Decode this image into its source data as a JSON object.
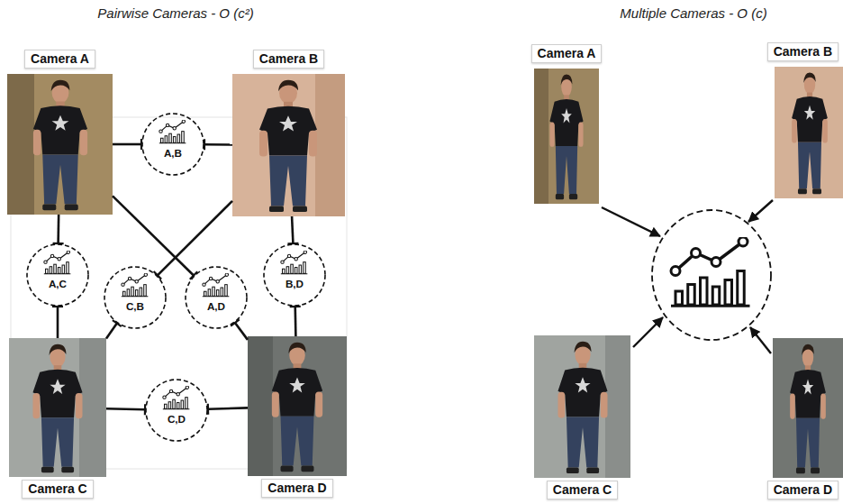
{
  "diagram": {
    "nodes": [
      {
        "text": [
          "Camera A"
        ]
      },
      {
        "text": [
          "Camera B"
        ]
      },
      {
        "text": [
          "A,B"
        ]
      },
      {
        "text": [
          "A,C"
        ]
      },
      {
        "text": [
          "C,B"
        ]
      },
      {
        "text": [
          "A,D"
        ]
      },
      {
        "text": [
          "B,D"
        ]
      },
      {
        "text": [
          "Camera C"
        ]
      },
      {
        "text": [
          "C,D"
        ]
      },
      {
        "text": [
          "Camera D"
        ]
      },
      {
        "text": [
          "Camera A"
        ]
      },
      {
        "text": [
          "Camera B"
        ]
      },
      {
        "text": [
          "Camera C"
        ]
      },
      {
        "text": [
          "Camera D"
        ]
      }
    ],
    "edges": [
      {
        "from": 0,
        "to": 2,
        "arrow": "none"
      },
      {
        "from": 2,
        "to": 1,
        "arrow": "none"
      },
      {
        "from": 0,
        "to": 3,
        "arrow": "none"
      },
      {
        "from": 3,
        "to": 7,
        "arrow": "none"
      },
      {
        "from": 1,
        "to": 4,
        "arrow": "none"
      },
      {
        "from": 4,
        "to": 7,
        "arrow": "none"
      },
      {
        "from": 0,
        "to": 5,
        "arrow": "none"
      },
      {
        "from": 5,
        "to": 9,
        "arrow": "none"
      },
      {
        "from": 1,
        "to": 6,
        "arrow": "none"
      },
      {
        "from": 6,
        "to": 9,
        "arrow": "none"
      },
      {
        "from": 7,
        "to": 8,
        "arrow": "none"
      },
      {
        "from": 8,
        "to": 9,
        "arrow": "none"
      }
    ],
    "labels": [
      "Pairwise Cameras - O (c²)",
      "Multiple Cameras - O (c)"
    ]
  }
}
